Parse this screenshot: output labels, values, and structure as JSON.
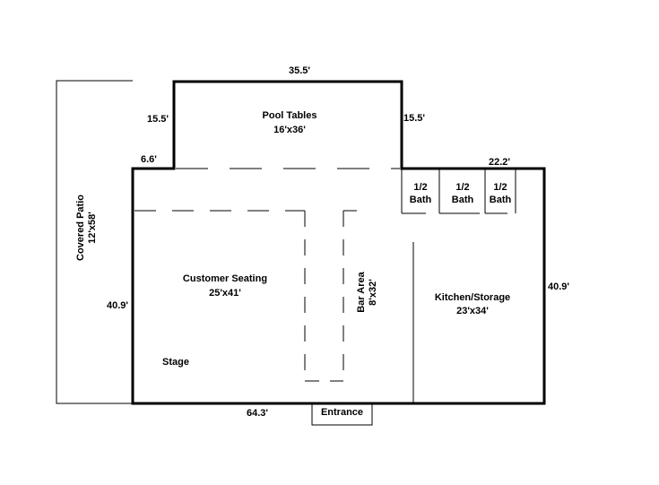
{
  "dimensions": {
    "top_width": "35.5'",
    "pool_left_height": "15.5'",
    "pool_right_height": "15.5'",
    "left_step": "6.6'",
    "right_width": "22.2'",
    "left_height": "40.9'",
    "right_height": "40.9'",
    "bottom_width": "64.3'"
  },
  "rooms": {
    "pool_tables": {
      "name": "Pool Tables",
      "size": "16'x36'"
    },
    "covered_patio": {
      "name": "Covered Patio",
      "size": "12'x58'"
    },
    "customer_seating": {
      "name": "Customer Seating",
      "size": "25'x41'"
    },
    "bar_area": {
      "name": "Bar Area",
      "size": "8'x32'"
    },
    "kitchen_storage": {
      "name": "Kitchen/Storage",
      "size": "23'x34'"
    },
    "stage": {
      "name": "Stage"
    },
    "baths": [
      {
        "line1": "1/2",
        "line2": "Bath"
      },
      {
        "line1": "1/2",
        "line2": "Bath"
      },
      {
        "line1": "1/2",
        "line2": "Bath"
      }
    ],
    "entrance": {
      "name": "Entrance"
    }
  }
}
